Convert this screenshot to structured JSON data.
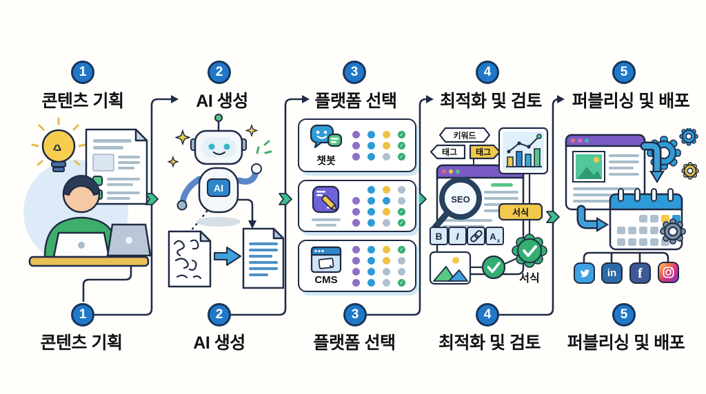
{
  "steps": [
    {
      "num": "1",
      "label": "콘텐츠 기획"
    },
    {
      "num": "2",
      "label": "AI 생성"
    },
    {
      "num": "3",
      "label": "플랫폼 선택"
    },
    {
      "num": "4",
      "label": "최적화 및 검토"
    },
    {
      "num": "5",
      "label": "퍼블리싱 및 배포"
    }
  ],
  "robot": {
    "chip": "AI"
  },
  "platform_cards": [
    {
      "label": "챗봇",
      "icon": "chatbot-icon",
      "dots": [
        [
          "purple",
          "blue",
          "yellow",
          "check"
        ],
        [
          "purple",
          "blue",
          "yellow",
          "check"
        ],
        [
          "purple",
          "blue",
          "gray",
          "check"
        ]
      ]
    },
    {
      "label": "",
      "icon": "editor-icon",
      "dots": [
        [
          "none",
          "blue",
          "yellow",
          "gray"
        ],
        [
          "purple",
          "blue",
          "blue",
          "gray"
        ],
        [
          "purple",
          "blue",
          "yellow",
          "check"
        ],
        [
          "purple",
          "blue",
          "gray",
          "check"
        ]
      ]
    },
    {
      "label": "CMS",
      "icon": "cms-icon",
      "dots": [
        [
          "purple",
          "blue",
          "yellow",
          "check"
        ],
        [
          "purple",
          "blue",
          "yellow",
          "gray"
        ],
        [
          "purple",
          "blue",
          "gray",
          "gray"
        ],
        [
          "purple",
          "blue",
          "gray",
          "check"
        ]
      ]
    }
  ],
  "optimization": {
    "keyword_tag": "키워드",
    "tag_left": "태그",
    "tag_right": "태그",
    "seo_label": "SEO",
    "format_tag": "서식",
    "format_caption": "서식",
    "toolbar": {
      "bold": "B",
      "italic": "I",
      "textstyle": "A",
      "textstyle_sub": "x"
    }
  },
  "publishing": {
    "social": [
      {
        "name": "twitter"
      },
      {
        "name": "linkedin",
        "glyph": "in"
      },
      {
        "name": "facebook",
        "glyph": "f"
      },
      {
        "name": "instagram"
      }
    ],
    "calendar_rows": [
      [
        "none",
        "none",
        "gray",
        "gray",
        "yellow",
        "blue"
      ],
      [
        "gray",
        "gray",
        "gray",
        "gray",
        "green",
        "blue"
      ],
      [
        "gray",
        "gray",
        "gray",
        "gray",
        "gray",
        "none"
      ]
    ]
  },
  "colors": {
    "line": "#1F2A44",
    "badge": "#2278C8",
    "badge_border": "#16365C",
    "green_arrow": "#3DBE8B",
    "check_green": "#34AE72",
    "cell_gray": "#AEC0CE",
    "cell_yellow": "#F2C94C",
    "cell_blue": "#2E9BD6",
    "cell_green": "#34AE72"
  }
}
